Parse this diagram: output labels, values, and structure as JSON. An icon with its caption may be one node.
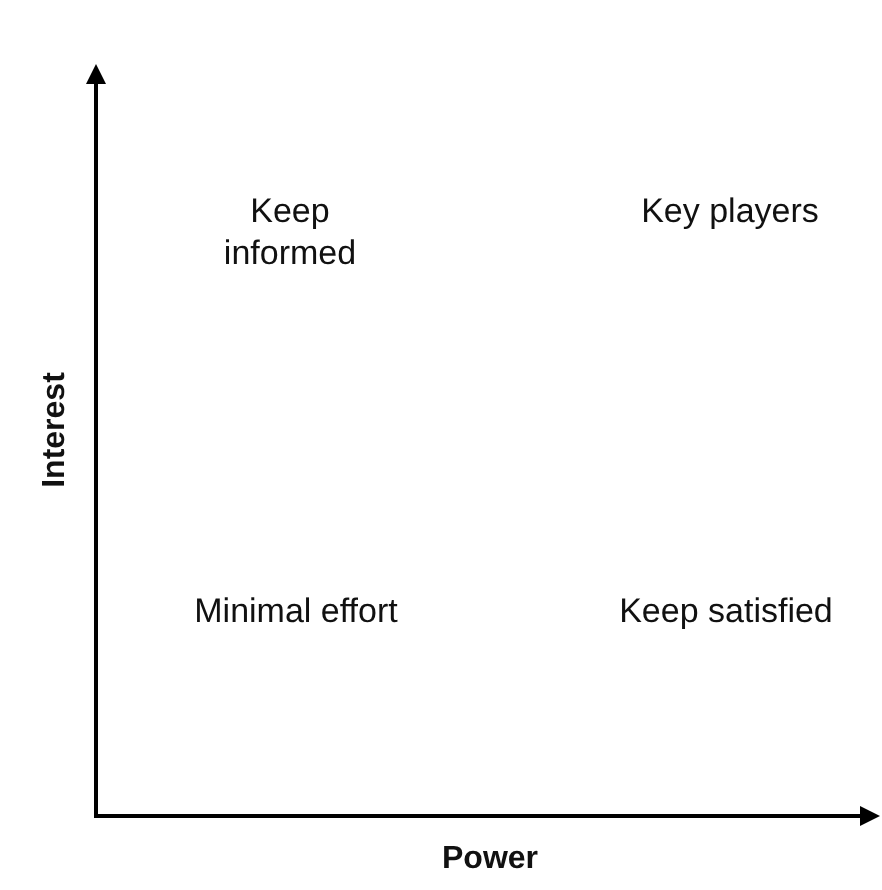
{
  "diagram": {
    "labels": [
      "Keep informed",
      "Key players",
      "Interest",
      "Minimal effort",
      "Keep satisfied",
      "Power"
    ]
  }
}
